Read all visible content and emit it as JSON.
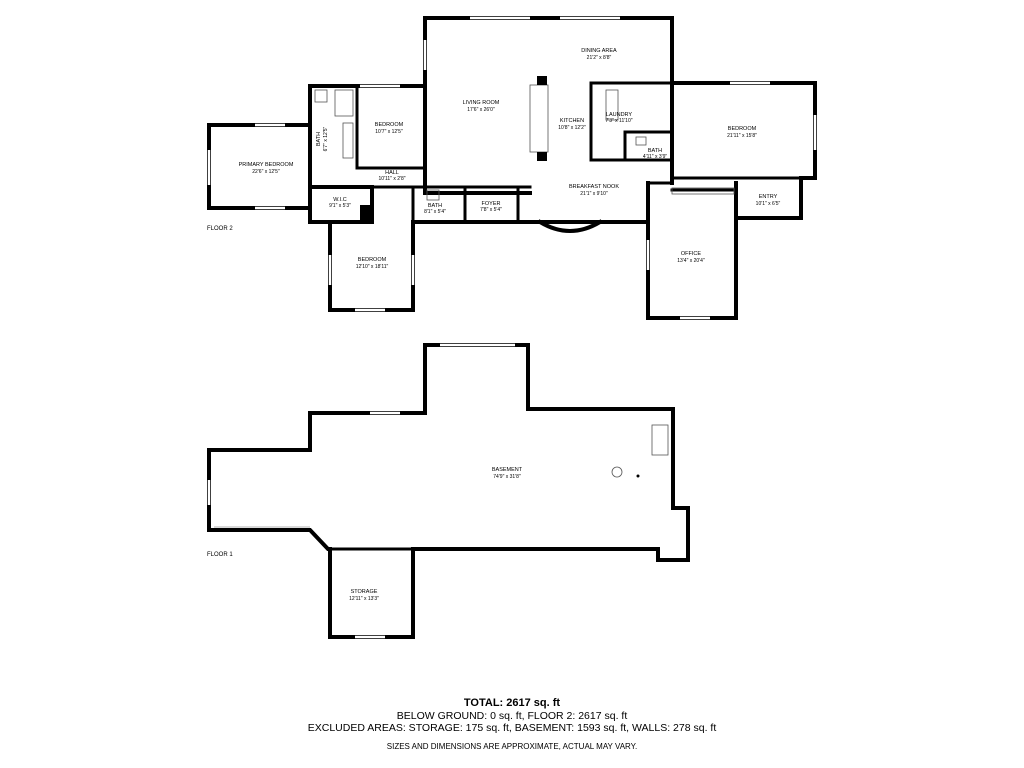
{
  "floors": {
    "upper_label": "FLOOR 2",
    "lower_label": "FLOOR 1"
  },
  "rooms": {
    "dining": {
      "name": "DINING AREA",
      "dim": "21'2\" x 8'8\""
    },
    "living": {
      "name": "LIVING ROOM",
      "dim": "17'6\" x 26'0\""
    },
    "kitchen": {
      "name": "KITCHEN",
      "dim": "10'8\" x 12'2\""
    },
    "laundry": {
      "name": "LAUNDRY",
      "dim": "7'3\" x 11'10\""
    },
    "bath_small": {
      "name": "BATH",
      "dim": "4'11\" x 3'9\""
    },
    "bedroom_east": {
      "name": "BEDROOM",
      "dim": "21'11\" x 15'8\""
    },
    "bedroom_mid": {
      "name": "BEDROOM",
      "dim": "10'7\" x 12'5\""
    },
    "bath_primary": {
      "name": "BATH",
      "dim": "6'7\" x 12'5\""
    },
    "primary_bedroom": {
      "name": "PRIMARY BEDROOM",
      "dim": "22'6\" x 12'5\""
    },
    "hall": {
      "name": "HALL",
      "dim": "10'11\" x 2'8\""
    },
    "breakfast": {
      "name": "BREAKFAST NOOK",
      "dim": "21'1\" x 9'10\""
    },
    "entry": {
      "name": "ENTRY",
      "dim": "10'1\" x 6'5\""
    },
    "wic": {
      "name": "W.I.C",
      "dim": "9'1\" x 5'3\""
    },
    "bath_hall": {
      "name": "BATH",
      "dim": "8'1\" x 5'4\""
    },
    "foyer": {
      "name": "FOYER",
      "dim": "7'8\" x 5'4\""
    },
    "office": {
      "name": "OFFICE",
      "dim": "13'4\" x 20'4\""
    },
    "bedroom_south": {
      "name": "BEDROOM",
      "dim": "12'10\" x 18'11\""
    },
    "basement": {
      "name": "BASEMENT",
      "dim": "74'9\" x 31'8\""
    },
    "storage": {
      "name": "STORAGE",
      "dim": "12'11\" x 13'3\""
    }
  },
  "summary": {
    "total": "TOTAL: 2617 sq. ft",
    "line2": "BELOW GROUND: 0 sq. ft, FLOOR 2: 2617 sq. ft",
    "line3": "EXCLUDED AREAS: STORAGE: 175 sq. ft, BASEMENT: 1593 sq. ft, WALLS: 278 sq. ft",
    "disclaimer": "SIZES AND DIMENSIONS ARE APPROXIMATE, ACTUAL MAY VARY."
  }
}
